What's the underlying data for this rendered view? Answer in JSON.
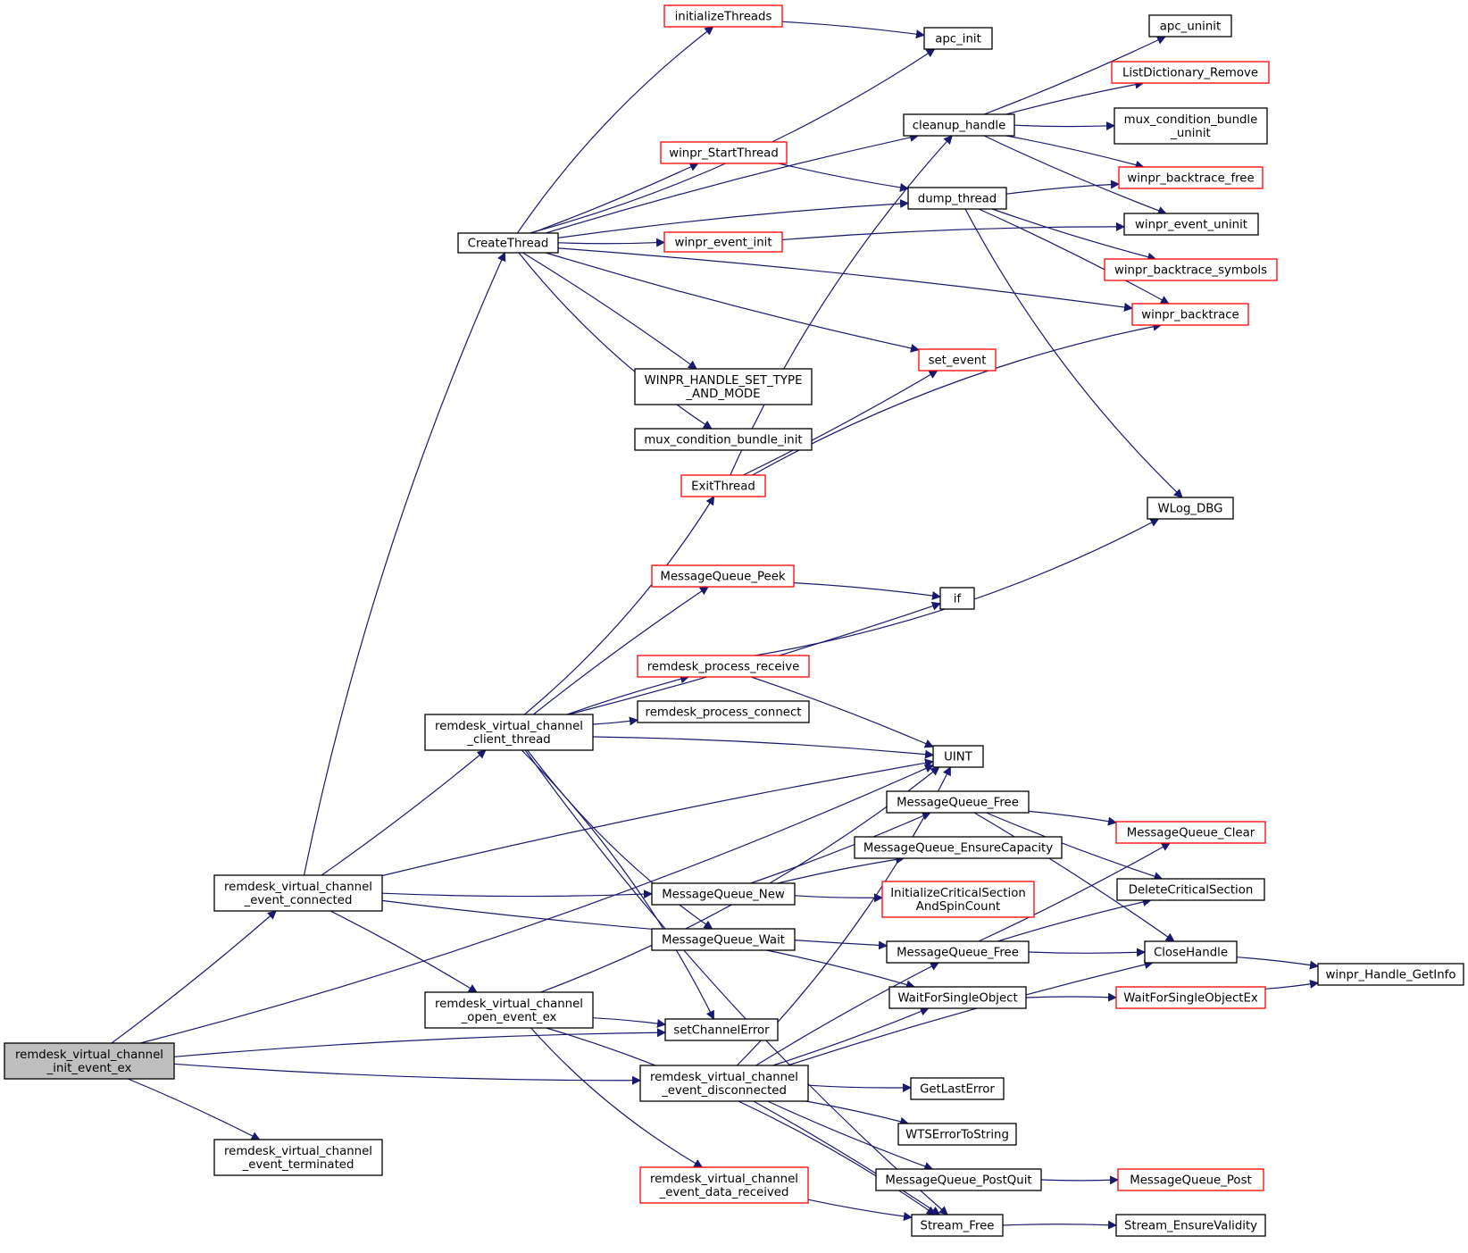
{
  "colors": {
    "edge": "#191970",
    "node_border_black": "#000000",
    "node_border_red": "#ff0000",
    "focus_fill": "#bfbfbf",
    "node_fill": "#ffffff"
  },
  "nodes": [
    {
      "id": "init_event_ex",
      "lines": [
        "remdesk_virtual_channel",
        "_init_event_ex"
      ],
      "border": "black",
      "focus": true
    },
    {
      "id": "event_connected",
      "lines": [
        "remdesk_virtual_channel",
        "_event_connected"
      ],
      "border": "black"
    },
    {
      "id": "event_terminated",
      "lines": [
        "remdesk_virtual_channel",
        "_event_terminated"
      ],
      "border": "black"
    },
    {
      "id": "CreateThread",
      "lines": [
        "CreateThread"
      ],
      "border": "black"
    },
    {
      "id": "client_thread",
      "lines": [
        "remdesk_virtual_channel",
        "_client_thread"
      ],
      "border": "black"
    },
    {
      "id": "open_event_ex",
      "lines": [
        "remdesk_virtual_channel",
        "_open_event_ex"
      ],
      "border": "black"
    },
    {
      "id": "initializeThreads",
      "lines": [
        "initializeThreads"
      ],
      "border": "red"
    },
    {
      "id": "winpr_StartThread",
      "lines": [
        "winpr_StartThread"
      ],
      "border": "red"
    },
    {
      "id": "winpr_event_init",
      "lines": [
        "winpr_event_init"
      ],
      "border": "red"
    },
    {
      "id": "WINPR_HANDLE_SET_TYPE",
      "lines": [
        "WINPR_HANDLE_SET_TYPE",
        "_AND_MODE"
      ],
      "border": "black"
    },
    {
      "id": "mux_condition_bundle_init",
      "lines": [
        "mux_condition_bundle_init"
      ],
      "border": "black"
    },
    {
      "id": "ExitThread",
      "lines": [
        "ExitThread"
      ],
      "border": "red"
    },
    {
      "id": "MessageQueue_Peek",
      "lines": [
        "MessageQueue_Peek"
      ],
      "border": "red"
    },
    {
      "id": "remdesk_process_receive",
      "lines": [
        "remdesk_process_receive"
      ],
      "border": "red"
    },
    {
      "id": "remdesk_process_connect",
      "lines": [
        "remdesk_process_connect"
      ],
      "border": "black"
    },
    {
      "id": "MessageQueue_New",
      "lines": [
        "MessageQueue_New"
      ],
      "border": "black"
    },
    {
      "id": "MessageQueue_Wait",
      "lines": [
        "MessageQueue_Wait"
      ],
      "border": "black"
    },
    {
      "id": "setChannelError",
      "lines": [
        "setChannelError"
      ],
      "border": "black"
    },
    {
      "id": "event_disconnected",
      "lines": [
        "remdesk_virtual_channel",
        "_event_disconnected"
      ],
      "border": "black"
    },
    {
      "id": "event_data_received",
      "lines": [
        "remdesk_virtual_channel",
        "_event_data_received"
      ],
      "border": "red"
    },
    {
      "id": "apc_init",
      "lines": [
        "apc_init"
      ],
      "border": "black"
    },
    {
      "id": "cleanup_handle",
      "lines": [
        "cleanup_handle"
      ],
      "border": "black"
    },
    {
      "id": "dump_thread",
      "lines": [
        "dump_thread"
      ],
      "border": "black"
    },
    {
      "id": "set_event",
      "lines": [
        "set_event"
      ],
      "border": "red"
    },
    {
      "id": "if",
      "lines": [
        "if"
      ],
      "border": "black"
    },
    {
      "id": "UINT",
      "lines": [
        "UINT"
      ],
      "border": "black"
    },
    {
      "id": "MessageQueue_Free_1",
      "lines": [
        "MessageQueue_Free"
      ],
      "border": "black"
    },
    {
      "id": "MessageQueue_EnsureCapacity",
      "lines": [
        "MessageQueue_EnsureCapacity"
      ],
      "border": "black"
    },
    {
      "id": "InitializeCriticalSection",
      "lines": [
        "InitializeCriticalSection",
        "AndSpinCount"
      ],
      "border": "red"
    },
    {
      "id": "MessageQueue_Free_2",
      "lines": [
        "MessageQueue_Free"
      ],
      "border": "black"
    },
    {
      "id": "WaitForSingleObject",
      "lines": [
        "WaitForSingleObject"
      ],
      "border": "black"
    },
    {
      "id": "GetLastError",
      "lines": [
        "GetLastError"
      ],
      "border": "black"
    },
    {
      "id": "WTSErrorToString",
      "lines": [
        "WTSErrorToString"
      ],
      "border": "black"
    },
    {
      "id": "MessageQueue_PostQuit",
      "lines": [
        "MessageQueue_PostQuit"
      ],
      "border": "black"
    },
    {
      "id": "Stream_Free",
      "lines": [
        "Stream_Free"
      ],
      "border": "black"
    },
    {
      "id": "apc_uninit",
      "lines": [
        "apc_uninit"
      ],
      "border": "black"
    },
    {
      "id": "ListDictionary_Remove",
      "lines": [
        "ListDictionary_Remove"
      ],
      "border": "red"
    },
    {
      "id": "mux_condition_bundle_uninit",
      "lines": [
        "mux_condition_bundle",
        "_uninit"
      ],
      "border": "black"
    },
    {
      "id": "winpr_backtrace_free",
      "lines": [
        "winpr_backtrace_free"
      ],
      "border": "red"
    },
    {
      "id": "winpr_event_uninit",
      "lines": [
        "winpr_event_uninit"
      ],
      "border": "black"
    },
    {
      "id": "winpr_backtrace_symbols",
      "lines": [
        "winpr_backtrace_symbols"
      ],
      "border": "red"
    },
    {
      "id": "winpr_backtrace",
      "lines": [
        "winpr_backtrace"
      ],
      "border": "red"
    },
    {
      "id": "WLog_DBG",
      "lines": [
        "WLog_DBG"
      ],
      "border": "black"
    },
    {
      "id": "MessageQueue_Clear",
      "lines": [
        "MessageQueue_Clear"
      ],
      "border": "red"
    },
    {
      "id": "DeleteCriticalSection",
      "lines": [
        "DeleteCriticalSection"
      ],
      "border": "black"
    },
    {
      "id": "CloseHandle",
      "lines": [
        "CloseHandle"
      ],
      "border": "black"
    },
    {
      "id": "WaitForSingleObjectEx",
      "lines": [
        "WaitForSingleObjectEx"
      ],
      "border": "red"
    },
    {
      "id": "MessageQueue_Post",
      "lines": [
        "MessageQueue_Post"
      ],
      "border": "red"
    },
    {
      "id": "Stream_EnsureValidity",
      "lines": [
        "Stream_EnsureValidity"
      ],
      "border": "black"
    },
    {
      "id": "winpr_Handle_GetInfo",
      "lines": [
        "winpr_Handle_GetInfo"
      ],
      "border": "black"
    }
  ],
  "edges": [
    [
      "init_event_ex",
      "event_connected"
    ],
    [
      "init_event_ex",
      "event_terminated"
    ],
    [
      "init_event_ex",
      "UINT"
    ],
    [
      "init_event_ex",
      "setChannelError"
    ],
    [
      "init_event_ex",
      "event_disconnected"
    ],
    [
      "event_connected",
      "CreateThread"
    ],
    [
      "event_connected",
      "client_thread"
    ],
    [
      "event_connected",
      "open_event_ex"
    ],
    [
      "event_connected",
      "MessageQueue_New"
    ],
    [
      "event_connected",
      "UINT"
    ],
    [
      "event_connected",
      "MessageQueue_Free_2"
    ],
    [
      "CreateThread",
      "initializeThreads"
    ],
    [
      "CreateThread",
      "apc_init"
    ],
    [
      "CreateThread",
      "cleanup_handle"
    ],
    [
      "CreateThread",
      "winpr_StartThread"
    ],
    [
      "CreateThread",
      "dump_thread"
    ],
    [
      "CreateThread",
      "winpr_event_init"
    ],
    [
      "CreateThread",
      "winpr_backtrace"
    ],
    [
      "CreateThread",
      "set_event"
    ],
    [
      "CreateThread",
      "WINPR_HANDLE_SET_TYPE"
    ],
    [
      "CreateThread",
      "mux_condition_bundle_init"
    ],
    [
      "initializeThreads",
      "apc_init"
    ],
    [
      "winpr_StartThread",
      "dump_thread"
    ],
    [
      "winpr_event_init",
      "winpr_event_uninit"
    ],
    [
      "cleanup_handle",
      "apc_uninit"
    ],
    [
      "cleanup_handle",
      "ListDictionary_Remove"
    ],
    [
      "cleanup_handle",
      "mux_condition_bundle_uninit"
    ],
    [
      "cleanup_handle",
      "winpr_backtrace_free"
    ],
    [
      "cleanup_handle",
      "winpr_event_uninit"
    ],
    [
      "dump_thread",
      "winpr_backtrace_free"
    ],
    [
      "dump_thread",
      "winpr_backtrace_symbols"
    ],
    [
      "dump_thread",
      "winpr_backtrace"
    ],
    [
      "dump_thread",
      "WLog_DBG"
    ],
    [
      "ExitThread",
      "cleanup_handle"
    ],
    [
      "ExitThread",
      "set_event"
    ],
    [
      "ExitThread",
      "winpr_backtrace"
    ],
    [
      "client_thread",
      "ExitThread"
    ],
    [
      "client_thread",
      "MessageQueue_Peek"
    ],
    [
      "client_thread",
      "if"
    ],
    [
      "client_thread",
      "remdesk_process_receive"
    ],
    [
      "client_thread",
      "remdesk_process_connect"
    ],
    [
      "client_thread",
      "UINT"
    ],
    [
      "client_thread",
      "MessageQueue_Wait"
    ],
    [
      "client_thread",
      "setChannelError"
    ],
    [
      "client_thread",
      "Stream_Free"
    ],
    [
      "MessageQueue_Peek",
      "if"
    ],
    [
      "remdesk_process_receive",
      "WLog_DBG"
    ],
    [
      "remdesk_process_receive",
      "UINT"
    ],
    [
      "open_event_ex",
      "UINT"
    ],
    [
      "open_event_ex",
      "setChannelError"
    ],
    [
      "open_event_ex",
      "event_data_received"
    ],
    [
      "open_event_ex",
      "Stream_Free"
    ],
    [
      "MessageQueue_New",
      "MessageQueue_Free_1"
    ],
    [
      "MessageQueue_New",
      "MessageQueue_EnsureCapacity"
    ],
    [
      "MessageQueue_New",
      "InitializeCriticalSection"
    ],
    [
      "MessageQueue_Wait",
      "WaitForSingleObject"
    ],
    [
      "event_disconnected",
      "UINT"
    ],
    [
      "event_disconnected",
      "MessageQueue_Free_2"
    ],
    [
      "event_disconnected",
      "WaitForSingleObject"
    ],
    [
      "event_disconnected",
      "CloseHandle"
    ],
    [
      "event_disconnected",
      "GetLastError"
    ],
    [
      "event_disconnected",
      "WTSErrorToString"
    ],
    [
      "event_disconnected",
      "MessageQueue_PostQuit"
    ],
    [
      "event_disconnected",
      "Stream_Free"
    ],
    [
      "event_data_received",
      "Stream_Free"
    ],
    [
      "MessageQueue_Free_1",
      "MessageQueue_Clear"
    ],
    [
      "MessageQueue_Free_1",
      "DeleteCriticalSection"
    ],
    [
      "MessageQueue_Free_1",
      "CloseHandle"
    ],
    [
      "MessageQueue_Free_2",
      "MessageQueue_Clear"
    ],
    [
      "MessageQueue_Free_2",
      "DeleteCriticalSection"
    ],
    [
      "MessageQueue_Free_2",
      "CloseHandle"
    ],
    [
      "WaitForSingleObject",
      "WaitForSingleObjectEx"
    ],
    [
      "WaitForSingleObjectEx",
      "winpr_Handle_GetInfo"
    ],
    [
      "CloseHandle",
      "winpr_Handle_GetInfo"
    ],
    [
      "MessageQueue_PostQuit",
      "MessageQueue_Post"
    ],
    [
      "Stream_Free",
      "Stream_EnsureValidity"
    ]
  ]
}
